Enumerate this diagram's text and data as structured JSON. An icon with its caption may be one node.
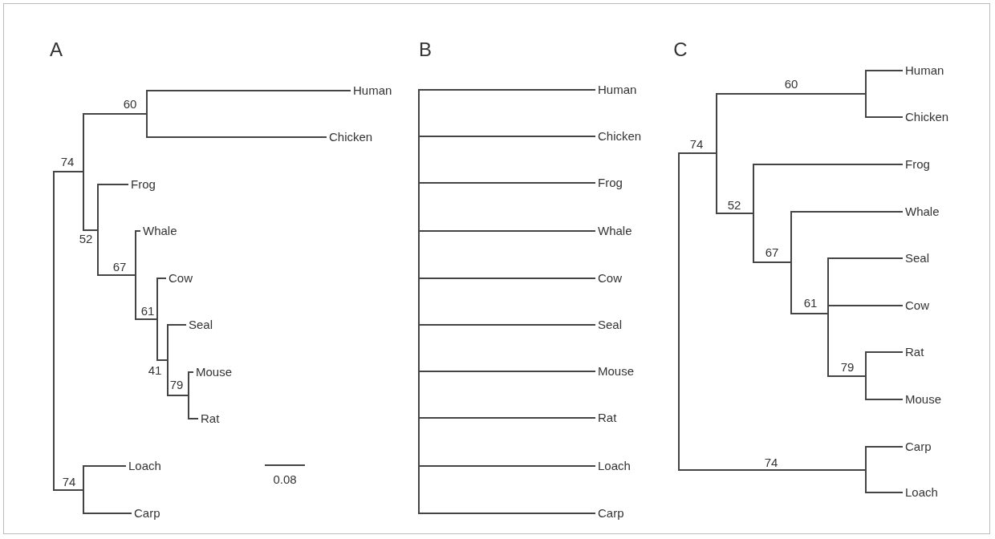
{
  "diagram": {
    "nodes": [
      {
        "text": [],
        "shape": "bar"
      },
      {
        "text": [],
        "shape": "bar"
      },
      {
        "text": [],
        "shape": "bar"
      },
      {
        "text": [
          "Human"
        ]
      },
      {
        "text": [
          "Chicken"
        ]
      },
      {
        "text": [],
        "shape": "bar"
      },
      {
        "text": [
          "Frog"
        ]
      },
      {
        "text": [],
        "shape": "bar"
      },
      {
        "text": [
          "Whale"
        ]
      },
      {
        "text": [],
        "shape": "bar"
      },
      {
        "text": [
          "Cow"
        ]
      },
      {
        "text": [],
        "shape": "bar"
      },
      {
        "text": [
          "Seal"
        ]
      },
      {
        "text": [],
        "shape": "bar"
      },
      {
        "text": [
          "Mouse"
        ]
      },
      {
        "text": [
          "Rat"
        ]
      },
      {
        "text": [],
        "shape": "bar"
      },
      {
        "text": [
          "Loach"
        ]
      },
      {
        "text": [
          "Carp"
        ]
      },
      {
        "text": [],
        "shape": "bar"
      },
      {
        "text": [
          "Human"
        ]
      },
      {
        "text": [
          "Chicken"
        ]
      },
      {
        "text": [
          "Frog"
        ]
      },
      {
        "text": [
          "Whale"
        ]
      },
      {
        "text": [
          "Cow"
        ]
      },
      {
        "text": [
          "Seal"
        ]
      },
      {
        "text": [
          "Mouse"
        ]
      },
      {
        "text": [
          "Rat"
        ]
      },
      {
        "text": [
          "Loach"
        ]
      },
      {
        "text": [
          "Carp"
        ]
      },
      {
        "text": [],
        "shape": "bar"
      },
      {
        "text": [],
        "shape": "bar"
      },
      {
        "text": [],
        "shape": "bar"
      },
      {
        "text": [
          "Human"
        ]
      },
      {
        "text": [
          "Chicken"
        ]
      },
      {
        "text": [],
        "shape": "bar"
      },
      {
        "text": [
          "Frog"
        ]
      },
      {
        "text": [],
        "shape": "bar"
      },
      {
        "text": [
          "Whale"
        ]
      },
      {
        "text": [],
        "shape": "bar"
      },
      {
        "text": [
          "Seal"
        ]
      },
      {
        "text": [
          "Cow"
        ]
      },
      {
        "text": [],
        "shape": "bar"
      },
      {
        "text": [
          "Rat"
        ]
      },
      {
        "text": [
          "Mouse"
        ]
      },
      {
        "text": [],
        "shape": "bar"
      },
      {
        "text": [
          "Carp"
        ]
      },
      {
        "text": [
          "Loach"
        ]
      }
    ],
    "edges": [
      {
        "from": 0,
        "to": 1,
        "arrow": "none",
        "label": "74"
      },
      {
        "from": 1,
        "to": 2,
        "arrow": "none",
        "label": "60"
      },
      {
        "from": 2,
        "to": 3,
        "arrow": "none"
      },
      {
        "from": 2,
        "to": 4,
        "arrow": "none"
      },
      {
        "from": 1,
        "to": 5,
        "arrow": "none",
        "label": "52"
      },
      {
        "from": 5,
        "to": 6,
        "arrow": "none"
      },
      {
        "from": 5,
        "to": 7,
        "arrow": "none",
        "label": "67"
      },
      {
        "from": 7,
        "to": 8,
        "arrow": "none"
      },
      {
        "from": 7,
        "to": 9,
        "arrow": "none",
        "label": "61"
      },
      {
        "from": 9,
        "to": 10,
        "arrow": "none"
      },
      {
        "from": 9,
        "to": 11,
        "arrow": "none",
        "label": "41"
      },
      {
        "from": 11,
        "to": 12,
        "arrow": "none"
      },
      {
        "from": 11,
        "to": 13,
        "arrow": "none",
        "label": "79"
      },
      {
        "from": 13,
        "to": 14,
        "arrow": "none"
      },
      {
        "from": 13,
        "to": 15,
        "arrow": "none"
      },
      {
        "from": 0,
        "to": 16,
        "arrow": "none",
        "label": "74"
      },
      {
        "from": 16,
        "to": 17,
        "arrow": "none"
      },
      {
        "from": 16,
        "to": 18,
        "arrow": "none"
      },
      {
        "from": 19,
        "to": 20,
        "arrow": "none"
      },
      {
        "from": 19,
        "to": 21,
        "arrow": "none"
      },
      {
        "from": 19,
        "to": 22,
        "arrow": "none"
      },
      {
        "from": 19,
        "to": 23,
        "arrow": "none"
      },
      {
        "from": 19,
        "to": 24,
        "arrow": "none"
      },
      {
        "from": 19,
        "to": 25,
        "arrow": "none"
      },
      {
        "from": 19,
        "to": 26,
        "arrow": "none"
      },
      {
        "from": 19,
        "to": 27,
        "arrow": "none"
      },
      {
        "from": 19,
        "to": 28,
        "arrow": "none"
      },
      {
        "from": 19,
        "to": 29,
        "arrow": "none"
      },
      {
        "from": 30,
        "to": 31,
        "arrow": "none",
        "label": "74"
      },
      {
        "from": 31,
        "to": 32,
        "arrow": "none",
        "label": "60"
      },
      {
        "from": 32,
        "to": 33,
        "arrow": "none"
      },
      {
        "from": 32,
        "to": 34,
        "arrow": "none"
      },
      {
        "from": 31,
        "to": 35,
        "arrow": "none",
        "label": "52"
      },
      {
        "from": 35,
        "to": 36,
        "arrow": "none"
      },
      {
        "from": 35,
        "to": 37,
        "arrow": "none",
        "label": "67"
      },
      {
        "from": 37,
        "to": 38,
        "arrow": "none"
      },
      {
        "from": 37,
        "to": 39,
        "arrow": "none",
        "label": "61"
      },
      {
        "from": 39,
        "to": 40,
        "arrow": "none"
      },
      {
        "from": 39,
        "to": 41,
        "arrow": "none"
      },
      {
        "from": 39,
        "to": 42,
        "arrow": "none",
        "label": "79"
      },
      {
        "from": 42,
        "to": 43,
        "arrow": "none"
      },
      {
        "from": 42,
        "to": 44,
        "arrow": "none"
      },
      {
        "from": 30,
        "to": 45,
        "arrow": "none",
        "label": "74"
      },
      {
        "from": 45,
        "to": 46,
        "arrow": "none"
      },
      {
        "from": 45,
        "to": 47,
        "arrow": "none"
      }
    ],
    "labels": [
      "A",
      "B",
      "C",
      "0.08"
    ]
  }
}
